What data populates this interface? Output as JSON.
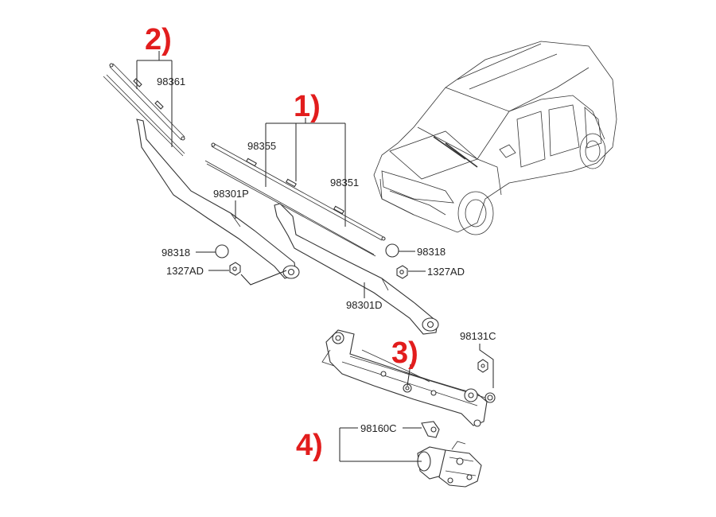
{
  "groups": [
    {
      "id": "g1",
      "label": "1)"
    },
    {
      "id": "g2",
      "label": "2)"
    },
    {
      "id": "g3",
      "label": "3)"
    },
    {
      "id": "g4",
      "label": "4)"
    }
  ],
  "parts": {
    "p98361": "98361",
    "p98355": "98355",
    "p98351": "98351",
    "p98301P": "98301P",
    "p98318_left": "98318",
    "p98318_right": "98318",
    "p1327AD_left": "1327AD",
    "p1327AD_right": "1327AD",
    "p98301D": "98301D",
    "p98131C": "98131C",
    "p98160C": "98160C"
  },
  "colors": {
    "group_label": "#e21d1d",
    "line": "#222222"
  }
}
